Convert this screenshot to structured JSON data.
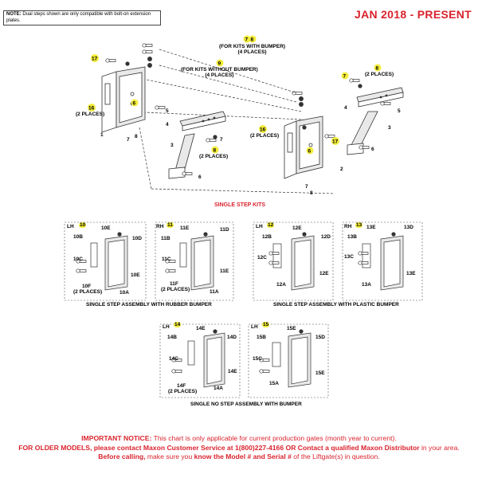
{
  "note": {
    "label": "NOTE:",
    "text": "Dual steps shown are only compatible with bolt-on extension plates."
  },
  "date_range": "JAN 2018 - PRESENT",
  "main": {
    "kit_label_bumper": "(FOR KITS WITH BUMPER)",
    "kit_label_bumper_qty": "(4 PLACES)",
    "kit_label_no_bumper": "(FOR KITS WITHOUT BUMPER)",
    "kit_label_no_bumper_qty": "(4 PLACES)",
    "two_places": "(2 PLACES)",
    "callouts": [
      "1",
      "2",
      "3",
      "4",
      "5",
      "6",
      "7",
      "8",
      "9",
      "16",
      "17"
    ]
  },
  "section_title": "SINGLE STEP KITS",
  "kits": [
    {
      "side": "LH",
      "num": "10",
      "labels": [
        "10E",
        "10B",
        "10D",
        "10C",
        "10E",
        "10F",
        "(2 PLACES)",
        "10A"
      ]
    },
    {
      "side": "RH",
      "num": "11",
      "labels": [
        "11E",
        "11D",
        "11B",
        "11C",
        "11E",
        "11F",
        "(2 PLACES)",
        "11A"
      ]
    },
    {
      "side": "LH",
      "num": "12",
      "labels": [
        "12E",
        "12B",
        "12D",
        "12C",
        "12E",
        "12A"
      ]
    },
    {
      "side": "RH",
      "num": "13",
      "labels": [
        "13E",
        "13D",
        "13B",
        "13C",
        "13E",
        "13A"
      ]
    },
    {
      "side": "LH",
      "num": "14",
      "labels": [
        "14E",
        "14B",
        "14D",
        "14C",
        "14E",
        "14F",
        "(2 PLACES)",
        "14A"
      ]
    },
    {
      "side": "LH",
      "num": "15",
      "labels": [
        "15E",
        "15B",
        "15D",
        "15C",
        "15E",
        "15A"
      ]
    }
  ],
  "captions": {
    "rubber": "SINGLE STEP ASSEMBLY WITH RUBBER BUMPER",
    "plastic": "SINGLE STEP ASSEMBLY WITH PLASTIC BUMPER",
    "no_step": "SINGLE NO STEP ASSEMBLY WITH BUMPER"
  },
  "notice": {
    "heading": "IMPORTANT NOTICE:",
    "line1": "This chart is only applicable for current production gates (month year to current).",
    "line2_bold": "FOR OLDER MODELS, please contact Maxon Customer Service at 1(800)227-4166 OR Contact a qualified Maxon Distributor",
    "line2_rest": "in your area.",
    "line3_bold1": "Before calling,",
    "line3_mid": "make sure you",
    "line3_bold2": "know the Model # and Serial #",
    "line3_rest": "of the Liftgate(s) in question."
  },
  "colors": {
    "red": "#d9232d",
    "callout_bg": "#f3ec3a",
    "line": "#333333",
    "part_fill": "#e9e9e9"
  }
}
